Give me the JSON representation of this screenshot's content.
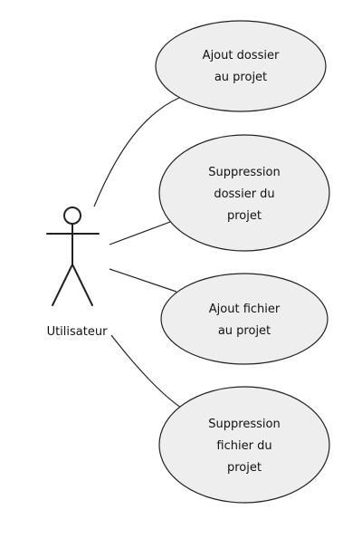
{
  "actor": {
    "name": "Utilisateur"
  },
  "use_cases": [
    {
      "lines": [
        "Ajout dossier",
        "au projet"
      ]
    },
    {
      "lines": [
        "Suppression",
        "dossier du",
        "projet"
      ]
    },
    {
      "lines": [
        "Ajout fichier",
        "au projet"
      ]
    },
    {
      "lines": [
        "Suppression",
        "fichier du",
        "projet"
      ]
    }
  ],
  "colors": {
    "ellipse_fill": "#eeeeee",
    "stroke": "#222222"
  }
}
